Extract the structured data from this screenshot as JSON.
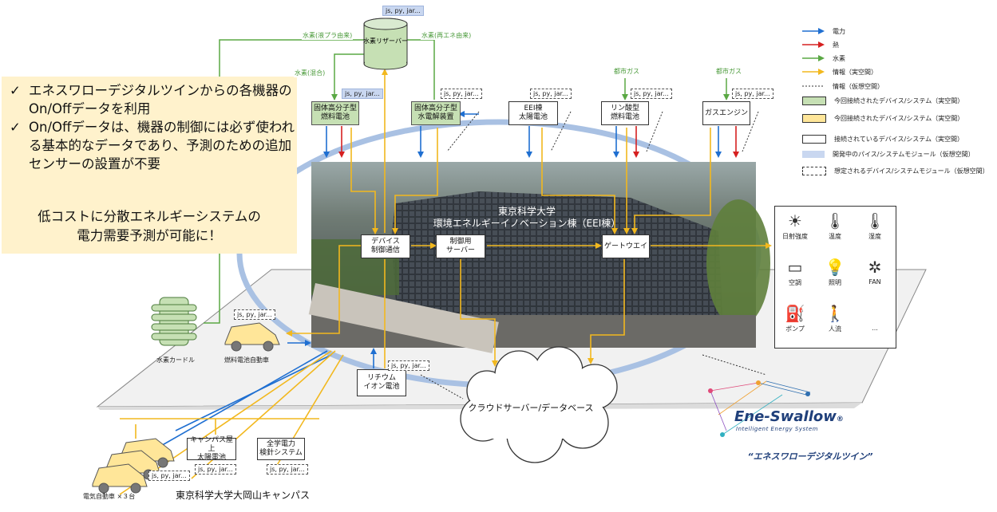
{
  "callout": {
    "bullets": [
      "エネスワローデジタルツインからの各機器のOn/Offデータを利用",
      "On/Offデータは、機器の制御には必ず使われる基本的なデータであり、予測のための追加センサーの設置が不要"
    ],
    "check": "✓",
    "summary_line1": "低コストに分散エネルギーシステムの",
    "summary_line2": "電力需要予測が可能に！"
  },
  "tank": {
    "label": "水素リザーバー",
    "tag": "js, py, jar..."
  },
  "h2_labels": {
    "from_gas": "水素(液プラ由来)",
    "from_renew": "水素(再エネ由来)",
    "mixed": "水素(混合)"
  },
  "gas_labels": {
    "g1": "都市ガス",
    "g2": "都市ガス"
  },
  "devices": {
    "fc": "固体高分子型\n燃料電池",
    "electrolyzer": "固体高分子型\n水電解装置",
    "pv": "EEI棟\n太陽電池",
    "pafc": "リン酸型\n燃料電池",
    "engine": "ガスエンジン",
    "dev_comm": "デバイス\n制御通信",
    "ctrl_server": "制御用\nサーバー",
    "gateway": "ゲートウエイ",
    "lithium": "リチウム\nイオン電池",
    "campus_pv": "キャンパス屋上\n太陽電池",
    "power_system": "全学電力\n検針システム"
  },
  "tags": {
    "code": "js, py, jar..."
  },
  "building": {
    "line1": "東京科学大学",
    "line2": "環境エネルギーイノベーション棟（EEI棟）"
  },
  "left_items": {
    "h2_cartridge": "水素カードル",
    "fcv": "燃料電池自動車",
    "ev": "電気自動車 ×３台"
  },
  "cloud": "クラウドサーバー/データベース",
  "campus": "東京科学大学大岡山キャンパス",
  "legend": [
    {
      "label": "電力",
      "kind": "arrow",
      "color": "#1f6fd1"
    },
    {
      "label": "熱",
      "kind": "arrow",
      "color": "#d62020"
    },
    {
      "label": "水素",
      "kind": "arrow",
      "color": "#5aa844"
    },
    {
      "label": "情報（実空間）",
      "kind": "arrow",
      "color": "#f2b81e"
    },
    {
      "label": "情報（仮想空間）",
      "kind": "dotted",
      "color": "#333333"
    },
    {
      "label": "今回接続されたデバイス/システム（実空間）",
      "kind": "box",
      "color": "#c6e0b4"
    },
    {
      "label": "今回接続されたデバイス/システム（実空間）",
      "kind": "box",
      "color": "#ffe699"
    },
    {
      "label": "接続されているデバイス/システム（実空間）",
      "kind": "box",
      "color": "#ffffff"
    },
    {
      "label": "開発中のパイス/システムモジュール（仮想空間）",
      "kind": "tag",
      "color": "#c9d7f0"
    },
    {
      "label": "想定されるデバイス/システムモジュール（仮想空間）",
      "kind": "dashed",
      "color": "#ffffff"
    }
  ],
  "sensors": [
    {
      "label": "日射強度",
      "icon": "sun-icon",
      "glyph": "☀"
    },
    {
      "label": "温度",
      "icon": "thermometer-icon",
      "glyph": "🌡"
    },
    {
      "label": "湿度",
      "icon": "thermometer-icon",
      "glyph": "🌡"
    },
    {
      "label": "空調",
      "icon": "air-conditioner-icon",
      "glyph": "▭"
    },
    {
      "label": "照明",
      "icon": "lamp-icon",
      "glyph": "💡"
    },
    {
      "label": "FAN",
      "icon": "fan-icon",
      "glyph": "✲"
    },
    {
      "label": "ポンプ",
      "icon": "pump-icon",
      "glyph": "⛽"
    },
    {
      "label": "人流",
      "icon": "walking-person-icon",
      "glyph": "🚶"
    },
    {
      "label": "...",
      "icon": "",
      "glyph": ""
    }
  ],
  "logo": {
    "name": "Ene-Swallow",
    "reg": "®",
    "sub": "Intelligent Energy System",
    "caption": "“エネスワローデジタルツイン”"
  },
  "colors": {
    "power": "#1f6fd1",
    "heat": "#d62020",
    "hydrogen": "#5aa844",
    "info": "#f2b81e",
    "callout": "#fff2cc",
    "orbit": "#9fb8dc"
  }
}
